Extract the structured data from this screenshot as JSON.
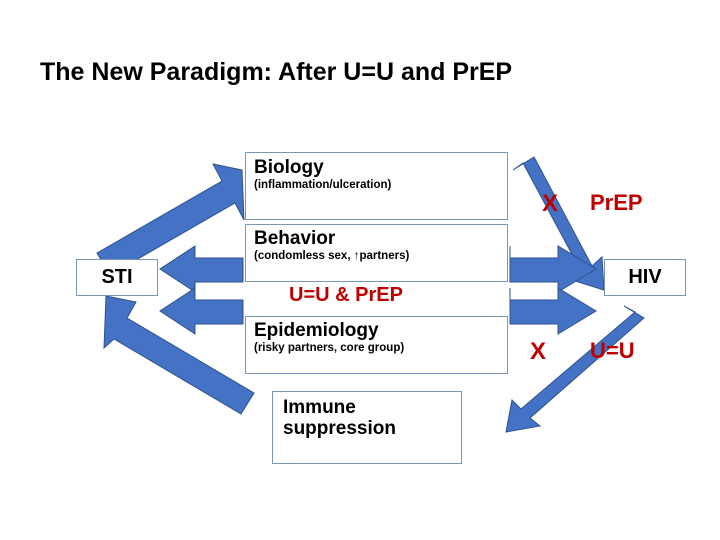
{
  "slide": {
    "title": "The New Paradigm: After U=U and PrEP",
    "background_color": "#FFFFFF"
  },
  "colors": {
    "arrow_fill": "#4472C4",
    "arrow_stroke": "#2E528F",
    "annotation_red": "#C00000",
    "box_border": "#7A96B4",
    "text_black": "#000000"
  },
  "nodes": {
    "sti": {
      "label": "STI"
    },
    "hiv": {
      "label": "HIV"
    },
    "biology": {
      "label": "Biology",
      "detail": "(inflammation/ulceration)"
    },
    "behavior": {
      "label": "Behavior",
      "detail": "(condomless sex, ↑partners)"
    },
    "epidemiology": {
      "label": "Epidemiology",
      "detail": "(risky partners, core group)"
    },
    "immune": {
      "label_line1": "Immune",
      "label_line2": "suppression"
    }
  },
  "annotations": {
    "center_intervention": "U=U & PrEP",
    "prep_block": {
      "x_mark": "X",
      "label": "PrEP"
    },
    "uu_block": {
      "x_mark": "X",
      "label": "U=U"
    }
  },
  "arrows": [
    {
      "name": "sti-to-biology",
      "from": "STI",
      "to": "Biology",
      "blocked": false
    },
    {
      "name": "behavior-to-sti",
      "from": "Behavior",
      "to": "STI",
      "blocked": false
    },
    {
      "name": "epidemiology-to-sti",
      "from": "Epidemiology",
      "to": "STI",
      "blocked": false
    },
    {
      "name": "immune-to-sti",
      "from": "Immune suppression",
      "to": "STI",
      "blocked": false
    },
    {
      "name": "biology-to-hiv",
      "from": "Biology",
      "to": "HIV",
      "blocked": true,
      "blocked_by": "PrEP"
    },
    {
      "name": "behavior-to-hiv",
      "from": "Behavior",
      "to": "HIV",
      "blocked": false
    },
    {
      "name": "epidemiology-to-hiv",
      "from": "Epidemiology",
      "to": "HIV",
      "blocked": false
    },
    {
      "name": "hiv-to-immune",
      "from": "HIV",
      "to": "Immune suppression",
      "blocked": true,
      "blocked_by": "U=U"
    }
  ]
}
